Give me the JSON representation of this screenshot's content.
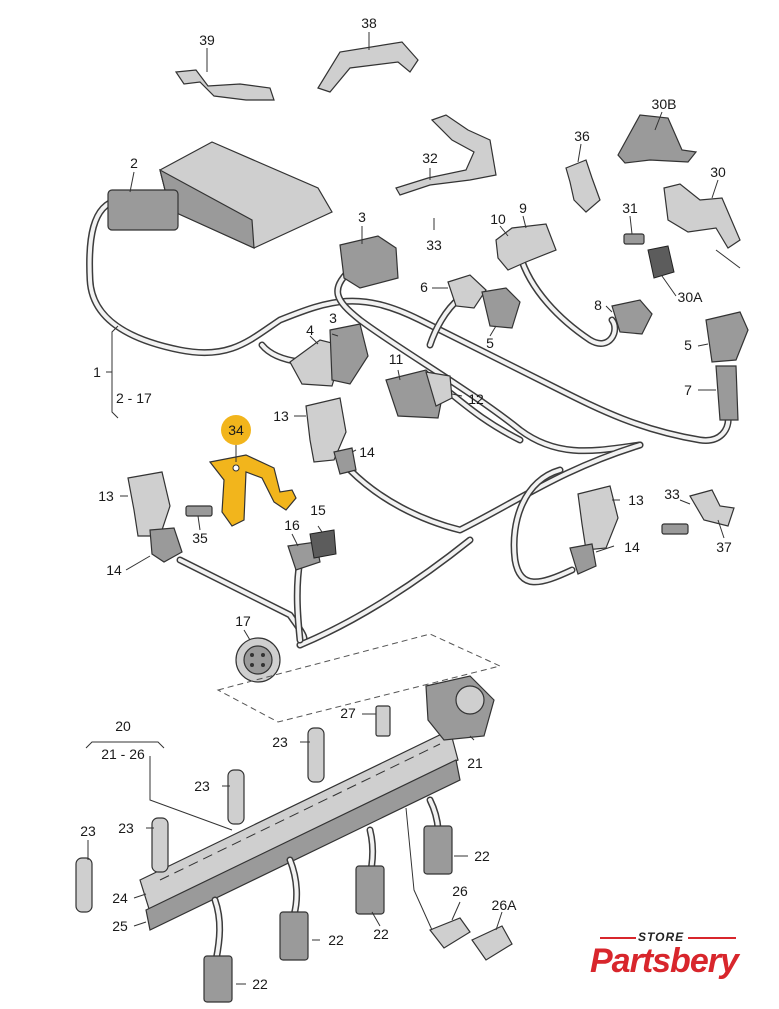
{
  "callouts": [
    {
      "id": "c39",
      "text": "39"
    },
    {
      "id": "c38",
      "text": "38"
    },
    {
      "id": "c30B",
      "text": "30B"
    },
    {
      "id": "c36",
      "text": "36"
    },
    {
      "id": "c32",
      "text": "32"
    },
    {
      "id": "c2",
      "text": "2"
    },
    {
      "id": "c30",
      "text": "30"
    },
    {
      "id": "c3a",
      "text": "3"
    },
    {
      "id": "c10",
      "text": "10"
    },
    {
      "id": "c9",
      "text": "9"
    },
    {
      "id": "c31",
      "text": "31"
    },
    {
      "id": "c33a",
      "text": "33"
    },
    {
      "id": "c30A",
      "text": "30A"
    },
    {
      "id": "c6",
      "text": "6"
    },
    {
      "id": "c8",
      "text": "8"
    },
    {
      "id": "c4",
      "text": "4"
    },
    {
      "id": "c3b",
      "text": "3"
    },
    {
      "id": "c5a",
      "text": "5"
    },
    {
      "id": "c5b",
      "text": "5"
    },
    {
      "id": "c1",
      "text": "1"
    },
    {
      "id": "c2-17",
      "text": "2 - 17"
    },
    {
      "id": "c11",
      "text": "11"
    },
    {
      "id": "c12",
      "text": "12"
    },
    {
      "id": "c7",
      "text": "7"
    },
    {
      "id": "c13a",
      "text": "13"
    },
    {
      "id": "c14a",
      "text": "14"
    },
    {
      "id": "c13b",
      "text": "13"
    },
    {
      "id": "c35",
      "text": "35"
    },
    {
      "id": "c16",
      "text": "16"
    },
    {
      "id": "c15",
      "text": "15"
    },
    {
      "id": "c13c",
      "text": "13"
    },
    {
      "id": "c33b",
      "text": "33"
    },
    {
      "id": "c14b",
      "text": "14"
    },
    {
      "id": "c14c",
      "text": "14"
    },
    {
      "id": "c37",
      "text": "37"
    },
    {
      "id": "c17",
      "text": "17"
    },
    {
      "id": "c20",
      "text": "20"
    },
    {
      "id": "c21-26",
      "text": "21 - 26"
    },
    {
      "id": "c27",
      "text": "27"
    },
    {
      "id": "c23a",
      "text": "23"
    },
    {
      "id": "c21",
      "text": "21"
    },
    {
      "id": "c23b",
      "text": "23"
    },
    {
      "id": "c23c",
      "text": "23"
    },
    {
      "id": "c23d",
      "text": "23"
    },
    {
      "id": "c22a",
      "text": "22"
    },
    {
      "id": "c24",
      "text": "24"
    },
    {
      "id": "c26",
      "text": "26"
    },
    {
      "id": "c26A",
      "text": "26A"
    },
    {
      "id": "c25",
      "text": "25"
    },
    {
      "id": "c22b",
      "text": "22"
    },
    {
      "id": "c22c",
      "text": "22"
    },
    {
      "id": "c22d",
      "text": "22"
    }
  ],
  "highlight": {
    "text": "34",
    "color": "#f2b51c"
  },
  "colors": {
    "highlight_part": "#f2b51c",
    "brand": "#d8262c"
  },
  "logo": {
    "store": "STORE",
    "brand": "Partsbery"
  }
}
